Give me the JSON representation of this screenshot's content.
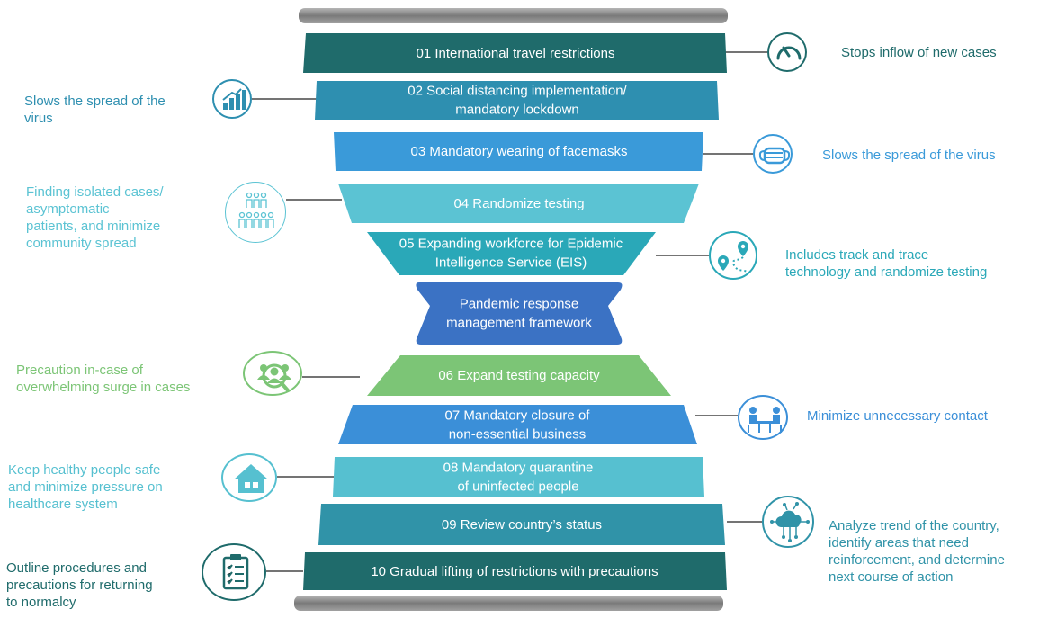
{
  "colors": {
    "dark_teal": "#1f6b6b",
    "teal_blue": "#2e8fb0",
    "sky_blue": "#3a9ad9",
    "light_teal": "#5bc3d3",
    "mid_teal": "#2aa8b8",
    "royal_blue": "#3b72c4",
    "green": "#7cc576",
    "mid_blue": "#3b8fd8",
    "cyan": "#56c0d0",
    "steel_teal": "#3093a8",
    "gray_bar": "#8a8a8a"
  },
  "steps": [
    {
      "label": "01 International travel restrictions",
      "color": "#1f6b6b"
    },
    {
      "label": "02 Social distancing implementation/\nmandatory lockdown",
      "color": "#2e8fb0"
    },
    {
      "label": "03 Mandatory wearing of facemasks",
      "color": "#3a9ad9"
    },
    {
      "label": "04 Randomize testing",
      "color": "#5bc3d3"
    },
    {
      "label": "05 Expanding workforce for Epidemic\nIntelligence Service (EIS)",
      "color": "#2aa8b8"
    },
    {
      "label": "Pandemic response\nmanagement framework",
      "color": "#3b72c4"
    },
    {
      "label": "06 Expand testing capacity",
      "color": "#7cc576"
    },
    {
      "label": "07 Mandatory closure of\nnon-essential business",
      "color": "#3b8fd8"
    },
    {
      "label": "08 Mandatory quarantine\nof uninfected people",
      "color": "#56c0d0"
    },
    {
      "label": "09 Review country’s status",
      "color": "#3093a8"
    },
    {
      "label": "10 Gradual lifting of restrictions with precautions",
      "color": "#1f6b6b"
    }
  ],
  "notes": {
    "n01": {
      "text": "Stops inflow of new cases",
      "color": "#1f6b6b",
      "icon": "speedometer-icon"
    },
    "n02": {
      "text": "Slows the spread of the\nvirus",
      "color": "#2e8fb0",
      "icon": "bar-chart-icon"
    },
    "n03": {
      "text": "Slows the spread of the virus",
      "color": "#3a9ad9",
      "icon": "facemask-icon"
    },
    "n04": {
      "text": "Finding isolated cases/\nasymptomatic\npatients, and  minimize\ncommunity spread",
      "color": "#5bc3d3",
      "icon": "people-group-icon"
    },
    "n05": {
      "text": "Includes track and trace\ntechnology and randomize testing",
      "color": "#2aa8b8",
      "icon": "map-route-icon"
    },
    "n06": {
      "text": "Precaution in-case of\noverwhelming surge in cases",
      "color": "#7cc576",
      "icon": "search-people-icon"
    },
    "n07": {
      "text": "Minimize unnecessary contact",
      "color": "#3b8fd8",
      "icon": "meeting-table-icon"
    },
    "n08": {
      "text": "Keep healthy people safe\nand minimize pressure on\nhealthcare system",
      "color": "#56c0d0",
      "icon": "house-icon"
    },
    "n09": {
      "text": "Analyze trend of the country,\nidentify areas that need\nreinforcement, and determine\nnext course of action",
      "color": "#3093a8",
      "icon": "cloud-network-icon"
    },
    "n10": {
      "text": "Outline procedures and\nprecautions for returning\nto normalcy",
      "color": "#1f6b6b",
      "icon": "clipboard-icon"
    }
  }
}
